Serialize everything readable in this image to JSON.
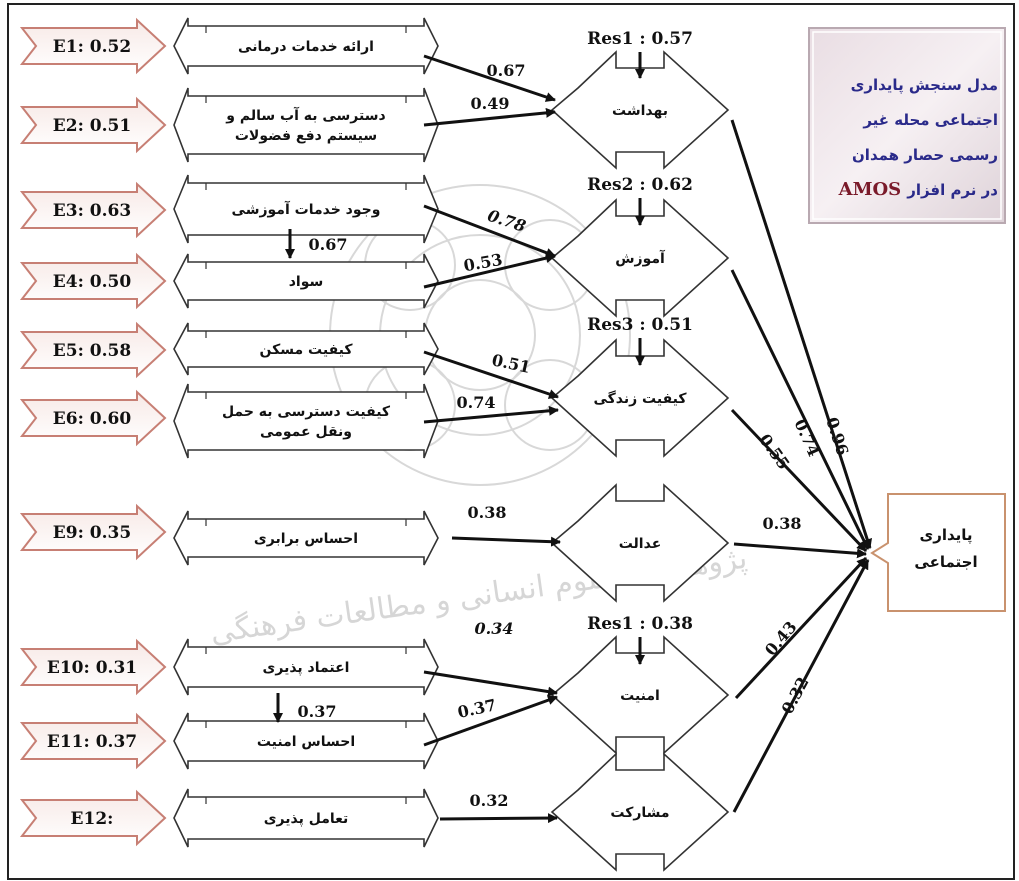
{
  "diagram": {
    "title": {
      "lines": [
        "مدل سنجش پایداری",
        "اجتماعی محله غیر",
        "رسمی حصار همدان"
      ],
      "last_line_prefix": "در نرم افزار",
      "last_line_brand": "AMOS"
    },
    "outcome": {
      "line1": "پایداری",
      "line2": "اجتماعی"
    },
    "errors": [
      "E1: 0.52",
      "E2: 0.51",
      "E3: 0.63",
      "E4: 0.50",
      "E5: 0.58",
      "E6: 0.60",
      "E9: 0.35",
      "E10: 0.31",
      "E11: 0.37",
      "E12:"
    ],
    "indicators": [
      {
        "lines": [
          "ارائه خدمات درمانی"
        ]
      },
      {
        "lines": [
          "دسترسی به آب سالم و",
          "سیستم دفع فضولات"
        ]
      },
      {
        "lines": [
          "وجود  خدمات  آموزشی"
        ]
      },
      {
        "lines": [
          "سواد"
        ]
      },
      {
        "lines": [
          "کیفیت مسکن"
        ]
      },
      {
        "lines": [
          "کیفیت دسترسی به حمل",
          "ونقل عمومی"
        ]
      },
      {
        "lines": [
          "احساس برابری"
        ]
      },
      {
        "lines": [
          "اعتماد پذیری"
        ]
      },
      {
        "lines": [
          "احساس امنیت"
        ]
      },
      {
        "lines": [
          "تعامل پذیری"
        ]
      }
    ],
    "latents": [
      "بهداشت",
      "آموزش",
      "کیفیت زندگی",
      "عدالت",
      "امنیت",
      "مشارکت"
    ],
    "residuals": [
      "Res1 : 0.57",
      "Res2 : 0.62",
      "Res3 : 0.51",
      "Res1 : 0.38"
    ],
    "indicator_loadings": [
      "0.67",
      "0.49",
      "0.78",
      "0.53",
      "0.51",
      "0.74",
      "0.38",
      "0.34",
      "0.37",
      "0.32"
    ],
    "indicator_correlations": [
      "0.67",
      "0.37"
    ],
    "outcome_paths": [
      "0.96",
      "0.74",
      "0.55",
      "0.38",
      "0.43",
      "0.32"
    ],
    "watermark": "پژوهشگاه علوم انسانی و مطالعات فرهنگی"
  }
}
